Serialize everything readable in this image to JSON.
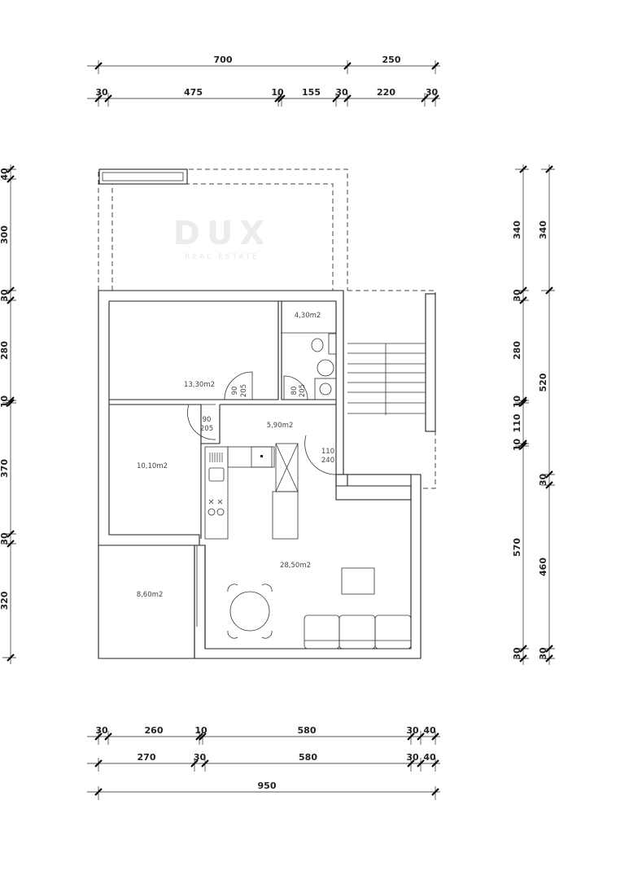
{
  "watermark": {
    "brand": "DUX",
    "sub": "REAL ESTATE"
  },
  "rooms": {
    "bedroom_1": "13,30m2",
    "bathroom": "4,30m2",
    "hallway": "5,90m2",
    "bedroom_2": "10,10m2",
    "living_kitchen": "28,50m2",
    "balcony": "8,60m2"
  },
  "doors": [
    {
      "width": "90",
      "height": "205"
    },
    {
      "width": "80",
      "height": "205"
    },
    {
      "width": "90",
      "height": "205"
    },
    {
      "width": "110",
      "height": "240"
    }
  ],
  "dimensions": {
    "top_row1": [
      "700",
      "250"
    ],
    "top_row2": [
      "30",
      "475",
      "10",
      "155",
      "30",
      "220",
      "30"
    ],
    "left": [
      "40",
      "300",
      "30",
      "280",
      "10",
      "370",
      "30",
      "320"
    ],
    "right_col1": [
      "340",
      "30",
      "280",
      "10",
      "110",
      "10",
      "570",
      "30"
    ],
    "right_col2": [
      "340",
      "520",
      "30",
      "460",
      "30"
    ],
    "bottom_row1": [
      "30",
      "260",
      "10",
      "580",
      "30",
      "40"
    ],
    "bottom_row2": [
      "270",
      "30",
      "580",
      "30",
      "40"
    ],
    "bottom_row3": [
      "950"
    ]
  }
}
